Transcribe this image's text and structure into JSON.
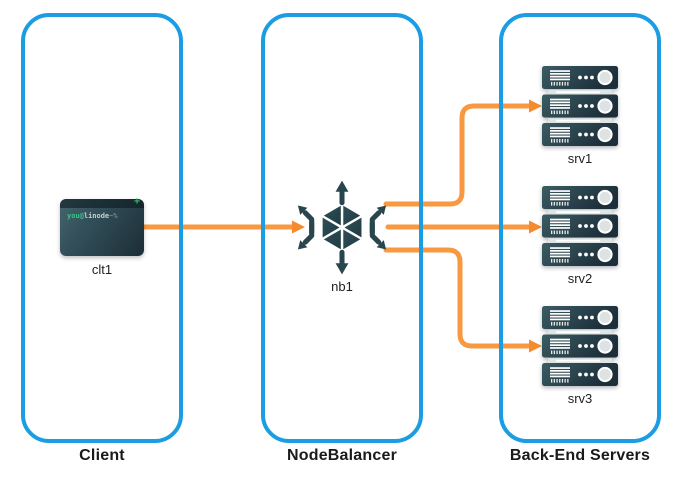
{
  "zones": [
    {
      "label": "Client"
    },
    {
      "label": "NodeBalancer"
    },
    {
      "label": "Back-End Servers"
    }
  ],
  "nodes": {
    "client": {
      "label": "clt1",
      "type": "terminal"
    },
    "balancer": {
      "label": "nb1",
      "type": "nodebalancer"
    },
    "servers": [
      {
        "label": "srv1"
      },
      {
        "label": "srv2"
      },
      {
        "label": "srv3"
      }
    ]
  },
  "terminal": {
    "prompt_user": "you@",
    "prompt_host": "linode",
    "prompt_suffix": "~%",
    "window_button": "+"
  },
  "edges": [
    {
      "from": "clt1",
      "to": "nb1"
    },
    {
      "from": "nb1",
      "to": "srv1"
    },
    {
      "from": "nb1",
      "to": "srv2"
    },
    {
      "from": "nb1",
      "to": "srv3"
    }
  ],
  "colors": {
    "zone_border": "#1a9de2",
    "arrow": "#f89942",
    "arrow_head": "#f68a2e",
    "node_teal": "#29464e",
    "terminal_green": "#3ec28f",
    "label_text": "#1a1a1a"
  }
}
